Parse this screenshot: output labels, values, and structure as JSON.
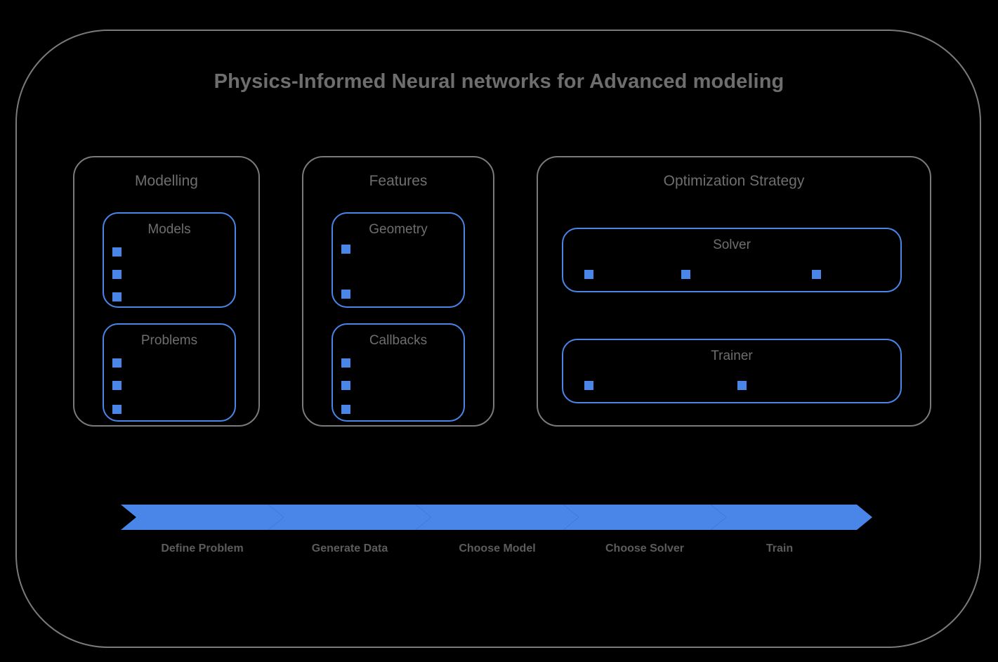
{
  "title": "Physics-Informed Neural networks for Advanced modeling",
  "colors": {
    "accent_blue": "#4a85e8",
    "frame_gray": "#7a7a7a",
    "text_gray": "#6e6e6e",
    "label_gray": "#5c5c5c",
    "background": "#000000"
  },
  "groups": [
    {
      "id": "modelling",
      "title": "Modelling",
      "cards": [
        {
          "id": "models",
          "title": "Models",
          "bullets": 3,
          "layout": "vertical"
        },
        {
          "id": "problems",
          "title": "Problems",
          "bullets": 3,
          "layout": "vertical"
        }
      ]
    },
    {
      "id": "features",
      "title": "Features",
      "cards": [
        {
          "id": "geometry",
          "title": "Geometry",
          "bullets": 2,
          "layout": "vertical"
        },
        {
          "id": "callbacks",
          "title": "Callbacks",
          "bullets": 3,
          "layout": "vertical"
        }
      ]
    },
    {
      "id": "optimization",
      "title": "Optimization Strategy",
      "cards": [
        {
          "id": "solver",
          "title": "Solver",
          "bullets": 3,
          "layout": "horizontal"
        },
        {
          "id": "trainer",
          "title": "Trainer",
          "bullets": 2,
          "layout": "horizontal"
        }
      ]
    }
  ],
  "flow": {
    "steps": [
      {
        "label": "Define Problem"
      },
      {
        "label": "Generate Data"
      },
      {
        "label": "Choose Model"
      },
      {
        "label": "Choose Solver"
      },
      {
        "label": "Train"
      }
    ]
  }
}
